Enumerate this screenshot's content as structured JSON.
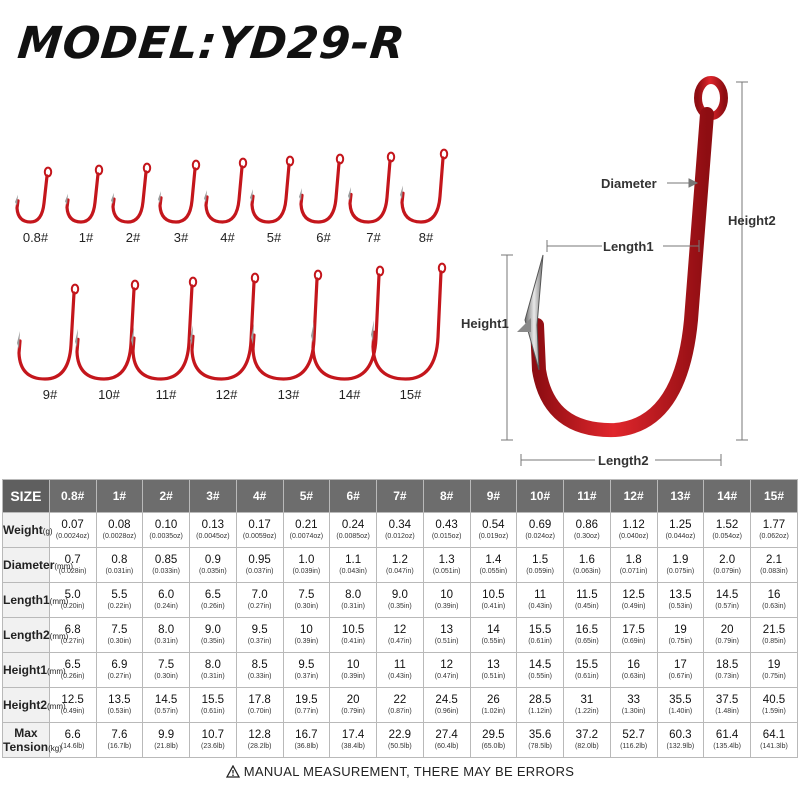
{
  "title": "MODEL:YD29-R",
  "hook_color": "#c4161c",
  "hook_sizes_row1": [
    "0.8#",
    "1#",
    "2#",
    "3#",
    "4#",
    "5#",
    "6#",
    "7#",
    "8#"
  ],
  "hook_sizes_row2": [
    "9#",
    "10#",
    "11#",
    "12#",
    "13#",
    "14#",
    "15#"
  ],
  "diagram": {
    "diameter": "Diameter",
    "length1": "Length1",
    "height1": "Height1",
    "height2": "Height2",
    "length2": "Length2"
  },
  "table": {
    "header": {
      "size": "SIZE",
      "sizes": [
        "0.8#",
        "1#",
        "2#",
        "3#",
        "4#",
        "5#",
        "6#",
        "7#",
        "8#",
        "9#",
        "10#",
        "11#",
        "12#",
        "13#",
        "14#",
        "15#"
      ]
    },
    "rows": [
      {
        "label": "Weight",
        "unit": "(g)",
        "values": [
          "0.07",
          "0.08",
          "0.10",
          "0.13",
          "0.17",
          "0.21",
          "0.24",
          "0.34",
          "0.43",
          "0.54",
          "0.69",
          "0.86",
          "1.12",
          "1.25",
          "1.52",
          "1.77"
        ],
        "subs": [
          "(0.0024oz)",
          "(0.0028oz)",
          "(0.0035oz)",
          "(0.0045oz)",
          "(0.0059oz)",
          "(0.0074oz)",
          "(0.0085oz)",
          "(0.012oz)",
          "(0.015oz)",
          "(0.019oz)",
          "(0.024oz)",
          "(0.30oz)",
          "(0.040oz)",
          "(0.044oz)",
          "(0.054oz)",
          "(0.062oz)"
        ]
      },
      {
        "label": "Diameter",
        "unit": "(mm)",
        "values": [
          "0.7",
          "0.8",
          "0.85",
          "0.9",
          "0.95",
          "1.0",
          "1.1",
          "1.2",
          "1.3",
          "1.4",
          "1.5",
          "1.6",
          "1.8",
          "1.9",
          "2.0",
          "2.1"
        ],
        "subs": [
          "(0.028in)",
          "(0.031in)",
          "(0.033in)",
          "(0.035in)",
          "(0.037in)",
          "(0.039in)",
          "(0.043in)",
          "(0.047in)",
          "(0.051in)",
          "(0.055in)",
          "(0.059in)",
          "(0.063in)",
          "(0.071in)",
          "(0.075in)",
          "(0.079in)",
          "(0.083in)"
        ]
      },
      {
        "label": "Length1",
        "unit": "(mm)",
        "values": [
          "5.0",
          "5.5",
          "6.0",
          "6.5",
          "7.0",
          "7.5",
          "8.0",
          "9.0",
          "10",
          "10.5",
          "11",
          "11.5",
          "12.5",
          "13.5",
          "14.5",
          "16"
        ],
        "subs": [
          "(0.20in)",
          "(0.22in)",
          "(0.24in)",
          "(0.26in)",
          "(0.27in)",
          "(0.30in)",
          "(0.31in)",
          "(0.35in)",
          "(0.39in)",
          "(0.41in)",
          "(0.43in)",
          "(0.45in)",
          "(0.49in)",
          "(0.53in)",
          "(0.57in)",
          "(0.63in)"
        ]
      },
      {
        "label": "Length2",
        "unit": "(mm)",
        "values": [
          "6.8",
          "7.5",
          "8.0",
          "9.0",
          "9.5",
          "10",
          "10.5",
          "12",
          "13",
          "14",
          "15.5",
          "16.5",
          "17.5",
          "19",
          "20",
          "21.5"
        ],
        "subs": [
          "(0.27in)",
          "(0.30in)",
          "(0.31in)",
          "(0.35in)",
          "(0.37in)",
          "(0.39in)",
          "(0.41in)",
          "(0.47in)",
          "(0.51in)",
          "(0.55in)",
          "(0.61in)",
          "(0.65in)",
          "(0.69in)",
          "(0.75in)",
          "(0.79in)",
          "(0.85in)"
        ]
      },
      {
        "label": "Height1",
        "unit": "(mm)",
        "values": [
          "6.5",
          "6.9",
          "7.5",
          "8.0",
          "8.5",
          "9.5",
          "10",
          "11",
          "12",
          "13",
          "14.5",
          "15.5",
          "16",
          "17",
          "18.5",
          "19"
        ],
        "subs": [
          "(0.26in)",
          "(0.27in)",
          "(0.30in)",
          "(0.31in)",
          "(0.33in)",
          "(0.37in)",
          "(0.39in)",
          "(0.43in)",
          "(0.47in)",
          "(0.51in)",
          "(0.55in)",
          "(0.61in)",
          "(0.63in)",
          "(0.67in)",
          "(0.73in)",
          "(0.75in)"
        ]
      },
      {
        "label": "Height2",
        "unit": "(mm)",
        "values": [
          "12.5",
          "13.5",
          "14.5",
          "15.5",
          "17.8",
          "19.5",
          "20",
          "22",
          "24.5",
          "26",
          "28.5",
          "31",
          "33",
          "35.5",
          "37.5",
          "40.5"
        ],
        "subs": [
          "(0.49in)",
          "(0.53in)",
          "(0.57in)",
          "(0.61in)",
          "(0.70in)",
          "(0.77in)",
          "(0.79in)",
          "(0.87in)",
          "(0.96in)",
          "(1.02in)",
          "(1.12in)",
          "(1.22in)",
          "(1.30in)",
          "(1.40in)",
          "(1.48in)",
          "(1.59in)"
        ]
      },
      {
        "label": "Max Tension",
        "unit": "(kg)",
        "values": [
          "6.6",
          "7.6",
          "9.9",
          "10.7",
          "12.8",
          "16.7",
          "17.4",
          "22.9",
          "27.4",
          "29.5",
          "35.6",
          "37.2",
          "52.7",
          "60.3",
          "61.4",
          "64.1"
        ],
        "subs": [
          "(14.6lb)",
          "(16.7lb)",
          "(21.8lb)",
          "(23.6lb)",
          "(28.2lb)",
          "(36.8lb)",
          "(38.4lb)",
          "(50.5lb)",
          "(60.4lb)",
          "(65.0lb)",
          "(78.5lb)",
          "(82.0lb)",
          "(116.2lb)",
          "(132.9lb)",
          "(135.4lb)",
          "(141.3lb)"
        ]
      }
    ]
  },
  "footer_note": "MANUAL MEASUREMENT, THERE MAY BE ERRORS"
}
